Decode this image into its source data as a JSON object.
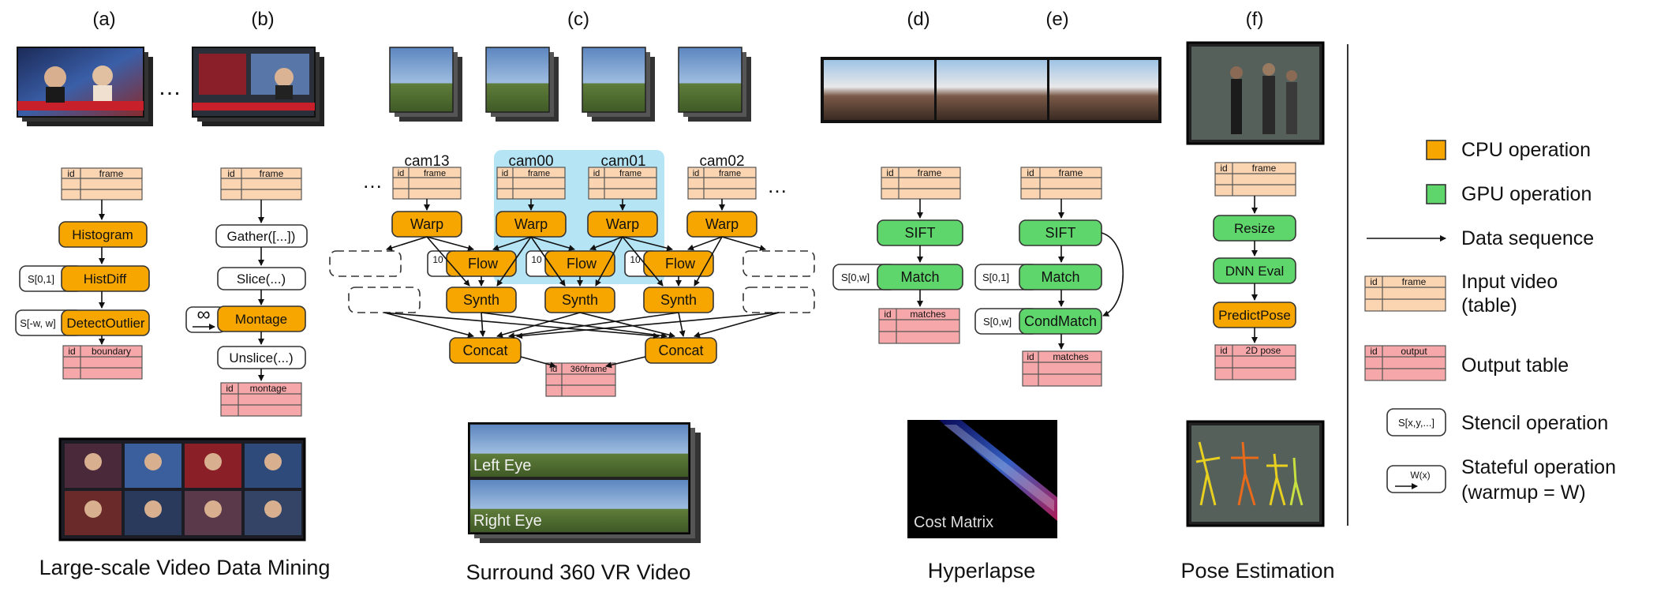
{
  "panels": {
    "a": {
      "letter": "(a)",
      "ops": [
        "Histogram",
        "HistDiff",
        "DetectOutlier"
      ],
      "stencils": [
        "S[0,1]",
        "S[-w, w]"
      ],
      "output": "boundary"
    },
    "b": {
      "letter": "(b)",
      "ops": [
        "Gather([...])",
        "Slice(...)",
        "Montage",
        "Unslice(...)"
      ],
      "output": "montage",
      "state_symbol": "∞"
    },
    "c": {
      "letter": "(c)",
      "cams": [
        "cam13",
        "cam00",
        "cam01",
        "cam02"
      ],
      "warp": "Warp",
      "flow": "Flow",
      "synth": "Synth",
      "concat": "Concat",
      "warmup": "10",
      "output": "360frame"
    },
    "d": {
      "letter": "(d)",
      "ops": [
        "SIFT",
        "Match"
      ],
      "stencil": "S[0,w]",
      "output": "matches"
    },
    "e": {
      "letter": "(e)",
      "ops": [
        "SIFT",
        "Match",
        "CondMatch"
      ],
      "stencils": [
        "S[0,1]",
        "S[0,w]"
      ],
      "output": "matches"
    },
    "f": {
      "letter": "(f)",
      "ops": [
        "Resize",
        "DNN Eval",
        "PredictPose"
      ],
      "output": "2D pose"
    }
  },
  "table": {
    "id": "id",
    "frame": "frame"
  },
  "ellipsis": "…",
  "images": {
    "left_eye": "Left Eye",
    "right_eye": "Right Eye",
    "cost_matrix": "Cost Matrix"
  },
  "captions": {
    "a_b": "Large-scale Video Data Mining",
    "c": "Surround 360 VR Video",
    "d_e": "Hyperlapse",
    "f": "Pose Estimation"
  },
  "legend": {
    "cpu": "CPU operation",
    "gpu": "GPU operation",
    "seq": "Data sequence",
    "input_l1": "Input video",
    "input_l2": "(table)",
    "output": "Output table",
    "stencil": "Stencil operation",
    "stencil_sym": "S[x,y,...]",
    "stateful_l1": "Stateful operation",
    "stateful_l2": "(warmup = W)",
    "stateful_sym": "W(x)",
    "table_out": "output"
  },
  "colors": {
    "cpu": "#f7a600",
    "gpu": "#5fd66b",
    "input_table": "#fbd5b2",
    "output_table": "#f6a7a9",
    "highlight": "#b5e4f5"
  }
}
